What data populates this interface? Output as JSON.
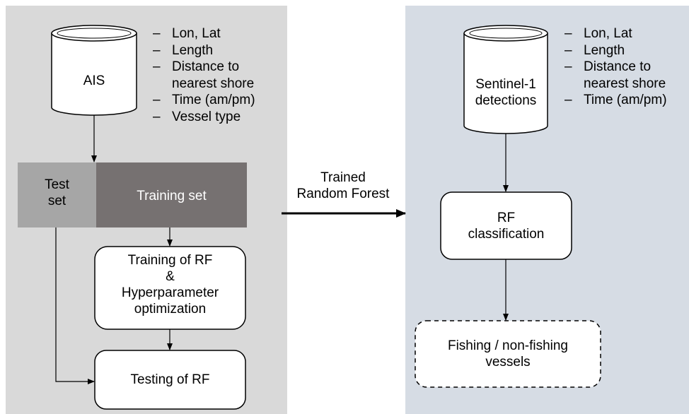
{
  "left": {
    "database_label": "AIS",
    "features": [
      "Lon, Lat",
      "Length",
      "Distance to",
      "nearest shore",
      "Time (am/pm)",
      "Vessel type"
    ],
    "test_set_line1": "Test",
    "test_set_line2": "set",
    "training_set": "Training set",
    "training_box": [
      "Training of RF",
      "&",
      "Hyperparameter",
      "optimization"
    ],
    "testing_box": "Testing of RF"
  },
  "arrow_label": [
    "Trained",
    "Random Forest"
  ],
  "right": {
    "database_label": [
      "Sentinel-1",
      "detections"
    ],
    "features": [
      "Lon, Lat",
      "Length",
      "Distance to",
      "nearest shore",
      "Time (am/pm)"
    ],
    "rf_box": [
      "RF",
      "classification"
    ],
    "output_box": [
      "Fishing / non-fishing",
      "vessels"
    ]
  },
  "colors": {
    "left_panel": "#d9d9d9",
    "right_panel": "#d6dce4",
    "test_set_fill": "#a6a6a6",
    "training_set_fill": "#767171"
  }
}
